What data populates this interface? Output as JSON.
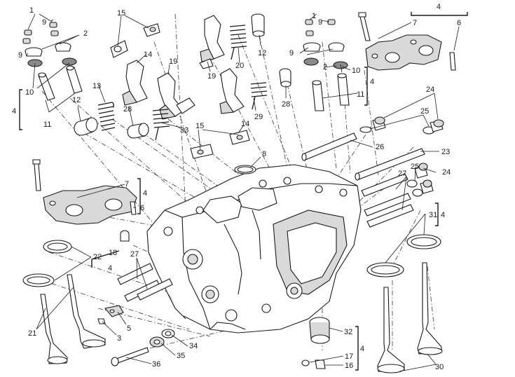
{
  "diagram": {
    "title": "Vertical cylinder head exploded view",
    "labels": {
      "l1a": "1",
      "l9a": "9",
      "l2a": "2",
      "l9b": "9",
      "l10a": "10",
      "l4a": "4",
      "l11a": "11",
      "l12a": "12",
      "l13": "13",
      "l15a": "15",
      "l14a": "14",
      "l19a": "19",
      "l28a": "28",
      "l33": "33",
      "l19b": "19",
      "l20": "20",
      "l12b": "12",
      "l29": "29",
      "l28b": "28",
      "l15b": "15",
      "l14b": "14",
      "l8": "8",
      "l1b": "1",
      "l9c": "9",
      "l9d": "9",
      "l2b": "2",
      "l10b": "10",
      "l4b": "4",
      "l11b": "11",
      "l4c": "4",
      "l7a": "7",
      "l6a": "6",
      "l24a": "24",
      "l25a": "25",
      "l26": "26",
      "l23": "23",
      "l27a": "27",
      "l25b": "25",
      "l24b": "24",
      "l31": "31",
      "l4d": "4",
      "l7b": "7",
      "l4e": "4",
      "l6b": "6",
      "l22": "22",
      "l18": "18",
      "l4f": "4",
      "l27b": "27",
      "l21": "21",
      "l5": "5",
      "l3": "3",
      "l34": "34",
      "l35": "35",
      "l36": "36",
      "l32": "32",
      "l17": "17",
      "l16": "16",
      "l4g": "4",
      "l30": "30"
    }
  }
}
